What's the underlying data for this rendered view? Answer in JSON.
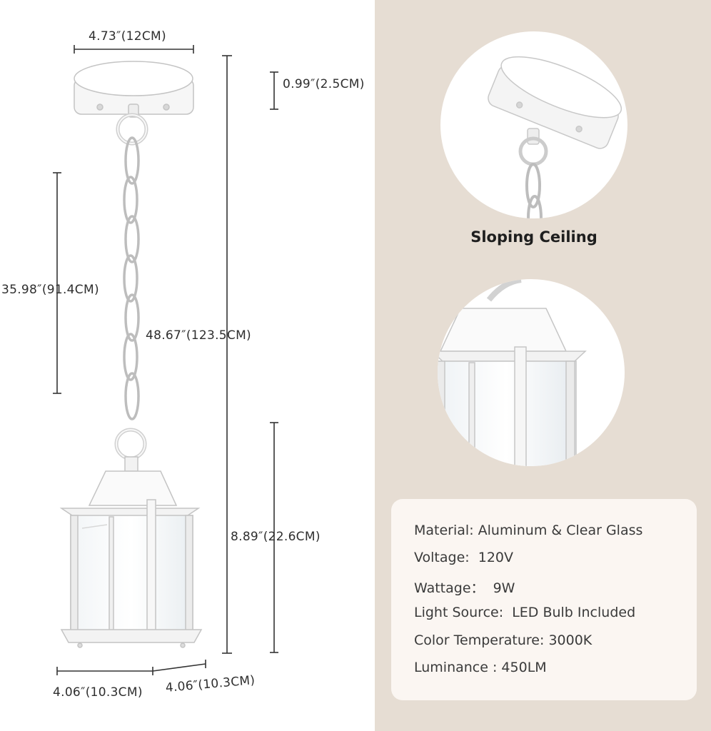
{
  "dimensions": {
    "canopy_width": "4.73″(12CM)",
    "canopy_height": "0.99″(2.5CM)",
    "chain_length": "35.98″(91.4CM)",
    "total_height": "48.67″(123.5CM)",
    "lantern_height": "8.89″(22.6CM)",
    "base_width_front": "4.06″(10.3CM)",
    "base_width_side": "4.06″(10.3CM)"
  },
  "detail_caption": "Sloping Ceiling",
  "specs": [
    "Material: Aluminum & Clear Glass",
    "Voltage:  120V",
    "Wattage：  9W",
    "Light Source:  LED Bulb Included",
    "Color Temperature: 3000K",
    "Luminance : 450LM"
  ],
  "colors": {
    "panel_background": "#e6ddd3",
    "spec_card": "#fbf6f2",
    "fixture_white": "#f4f4f4",
    "fixture_outline": "#c4c4c4",
    "dimension_line": "#333333"
  }
}
